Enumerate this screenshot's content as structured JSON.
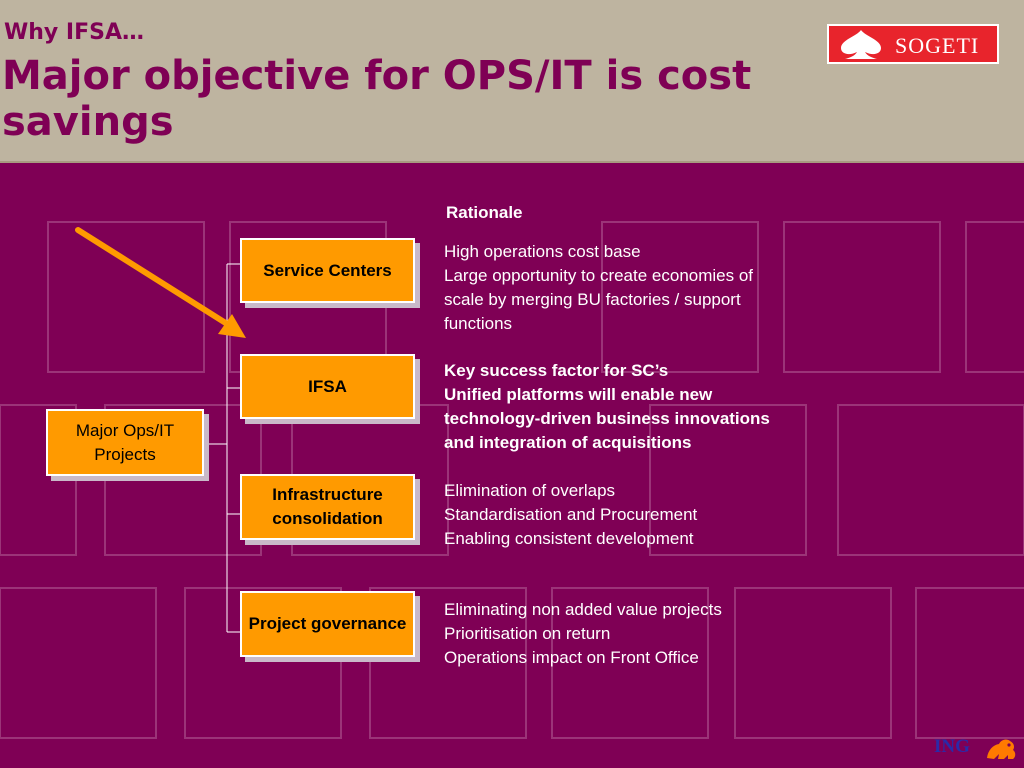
{
  "header": {
    "kicker": "Why IFSA…",
    "title": "Major objective for OPS/IT is cost savings"
  },
  "logo": {
    "text": "SOGETI",
    "icon": "spade-icon"
  },
  "diagram": {
    "root": "Major Ops/IT Projects",
    "rationale_heading": "Rationale",
    "branches": [
      {
        "label": "Service Centers",
        "rationale": [
          "High operations cost base",
          "Large opportunity to create economies of",
          "scale by merging BU factories / support",
          "functions"
        ]
      },
      {
        "label": "IFSA",
        "rationale": [
          "Key success factor for SC’s",
          "Unified platforms will enable new",
          "technology-driven business innovations",
          "and integration of acquisitions"
        ]
      },
      {
        "label": "Infrastructure consolidation",
        "rationale": [
          "Elimination of overlaps",
          "Standardisation and Procurement",
          "Enabling consistent development"
        ]
      },
      {
        "label": "Project governance",
        "rationale": [
          "Eliminating non added value projects",
          "Prioritisation on return",
          "Operations impact on Front Office"
        ]
      }
    ],
    "arrow_color": "#ff9a00"
  },
  "colors": {
    "background": "#7f0055",
    "header": "#beb4a0",
    "box": "#ff9a00",
    "logo": "#e8242c"
  },
  "footer": {
    "brand": "ING",
    "icon": "lion-icon"
  }
}
